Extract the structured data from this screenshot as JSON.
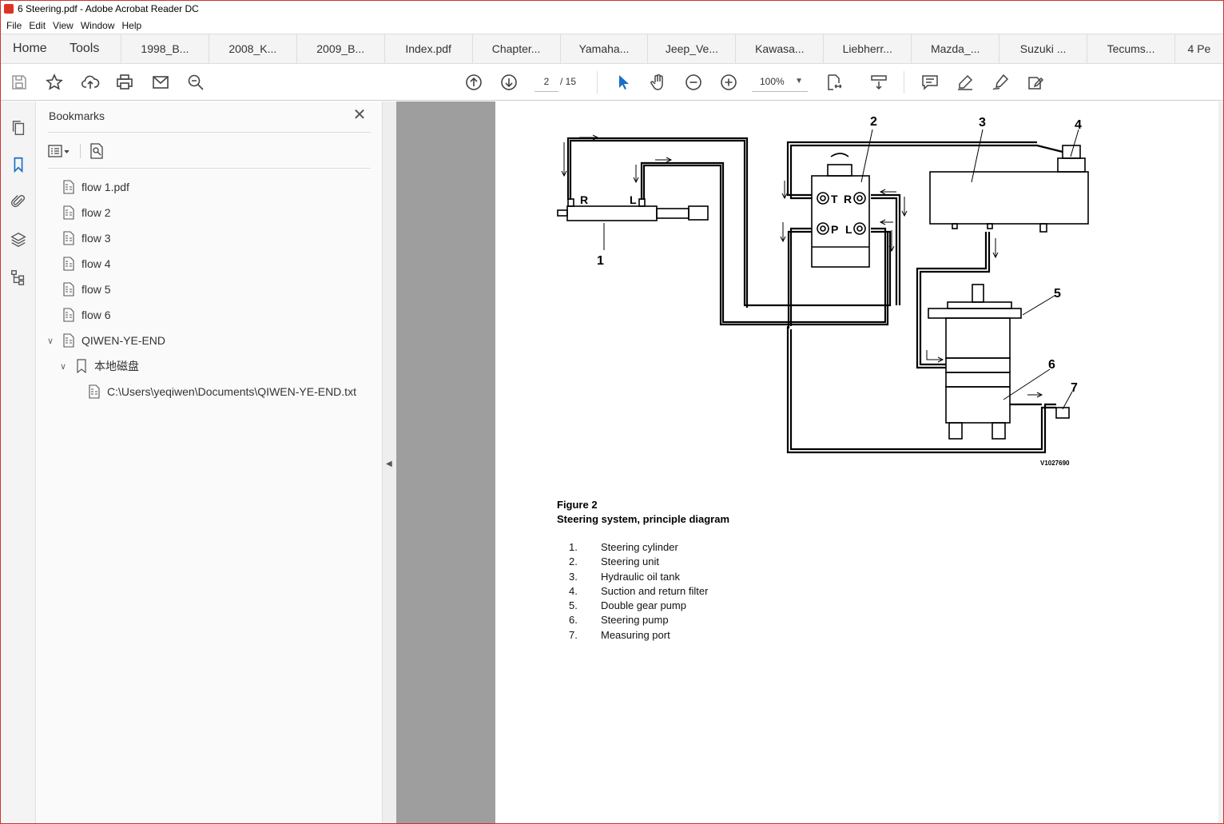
{
  "window": {
    "title": "6 Steering.pdf - Adobe Acrobat Reader DC"
  },
  "menu": [
    "File",
    "Edit",
    "View",
    "Window",
    "Help"
  ],
  "tabs": {
    "home": "Home",
    "tools": "Tools",
    "documents": [
      "1998_B...",
      "2008_K...",
      "2009_B...",
      "Index.pdf",
      "Chapter...",
      "Yamaha...",
      "Jeep_Ve...",
      "Kawasa...",
      "Liebherr...",
      "Mazda_...",
      "Suzuki ...",
      "Tecums...",
      "4 Pe"
    ]
  },
  "toolbar": {
    "current_page": "2",
    "total_pages": "/ 15",
    "zoom": "100%",
    "icons": [
      "save-icon",
      "star-icon",
      "upload-icon",
      "print-icon",
      "email-icon",
      "search-zoom-icon",
      "page-up-icon",
      "page-down-icon",
      "select-arrow-icon",
      "hand-icon",
      "zoom-out-icon",
      "zoom-in-icon",
      "page-fit-icon",
      "scroll-mode-icon",
      "comment-icon",
      "highlight-pen-icon",
      "sign-icon",
      "fill-sign-icon"
    ]
  },
  "rail": {
    "icons": [
      "pages-icon",
      "bookmark-icon",
      "attachment-icon",
      "layers-icon",
      "structure-icon"
    ]
  },
  "bookmarks": {
    "title": "Bookmarks",
    "items": [
      {
        "label": "flow 1.pdf"
      },
      {
        "label": "flow 2"
      },
      {
        "label": "flow 3"
      },
      {
        "label": "flow 4"
      },
      {
        "label": "flow 5"
      },
      {
        "label": "flow 6"
      },
      {
        "label": "QIWEN-YE-END"
      },
      {
        "label": "本地磁盘"
      },
      {
        "label": "C:\\Users\\yeqiwen\\Documents\\QIWEN-YE-END.txt"
      }
    ]
  },
  "document": {
    "diagram": {
      "callouts": [
        "1",
        "2",
        "3",
        "4",
        "5",
        "6",
        "7"
      ],
      "port_labels": {
        "cyl_r": "R",
        "cyl_l": "L",
        "t": "T",
        "r": "R",
        "p": "P",
        "l": "L"
      },
      "code": "V1027690"
    },
    "figure_label": "Figure 2",
    "figure_title": "Steering system, principle diagram",
    "legend": [
      {
        "num": "1.",
        "text": "Steering cylinder"
      },
      {
        "num": "2.",
        "text": "Steering unit"
      },
      {
        "num": "3.",
        "text": "Hydraulic oil tank"
      },
      {
        "num": "4.",
        "text": "Suction and return filter"
      },
      {
        "num": "5.",
        "text": "Double gear pump"
      },
      {
        "num": "6.",
        "text": "Steering pump"
      },
      {
        "num": "7.",
        "text": "Measuring port"
      }
    ]
  }
}
